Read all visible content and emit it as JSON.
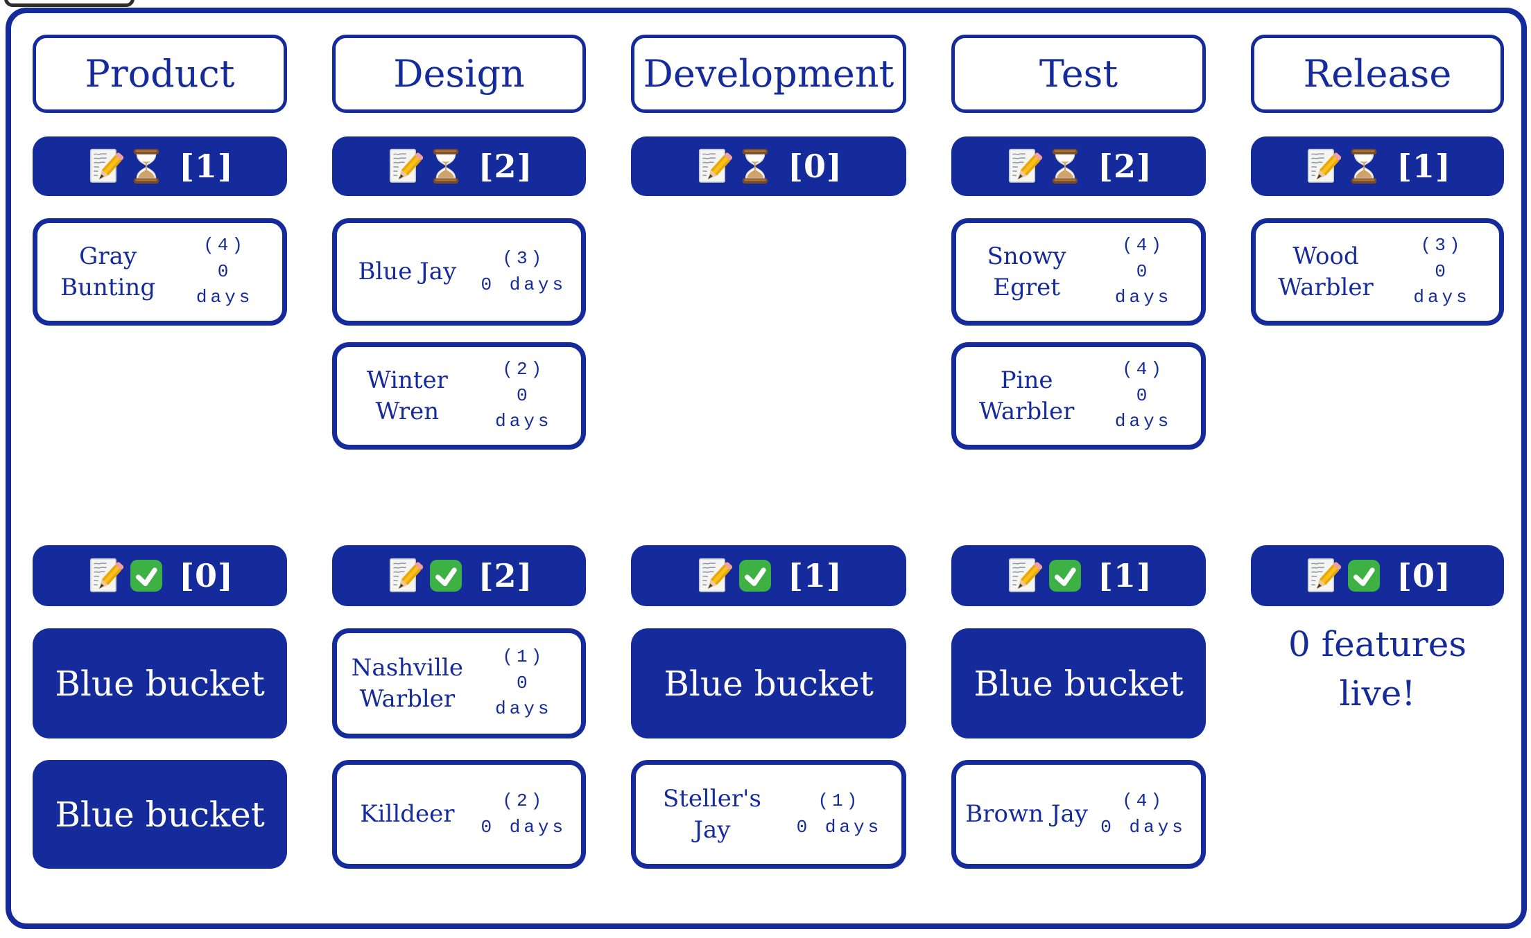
{
  "colors": {
    "navy": "#162b9b",
    "white": "#ffffff",
    "check_green": "#3eb144",
    "pencil_yellow": "#fcc21b",
    "eraser_pink": "#ee9f9f",
    "hourglass_brown": "#7b4a22",
    "sand_tan": "#cfa36c",
    "tab_border": "#2e2e2e"
  },
  "icons": {
    "wip_bar": [
      "memo-pencil-icon",
      "hourglass-icon"
    ],
    "done_bar": [
      "memo-pencil-icon",
      "check-icon"
    ]
  },
  "columns": [
    {
      "title": "Product",
      "wip_count": "[1]",
      "wip_cards": [
        {
          "name": "Gray\nBunting",
          "stat": "(4)\n0\ndays"
        }
      ],
      "done_count": "[0]",
      "done_cards": [
        {
          "name": "Blue bucket"
        },
        {
          "name": "Blue bucket"
        }
      ]
    },
    {
      "title": "Design",
      "wip_count": "[2]",
      "wip_cards": [
        {
          "name": "Blue Jay",
          "stat": "(3)\n0 days"
        },
        {
          "name": "Winter\nWren",
          "stat": "(2)\n0\ndays"
        }
      ],
      "done_count": "[2]",
      "done_cards": [
        {
          "name": "Nashville\nWarbler",
          "stat": "(1)\n0\ndays"
        },
        {
          "name": "Killdeer",
          "stat": "(2)\n0 days"
        }
      ]
    },
    {
      "title": "Development",
      "wip_count": "[0]",
      "wip_cards": [],
      "done_count": "[1]",
      "done_cards": [
        {
          "name": "Blue bucket"
        },
        {
          "name": "Steller's Jay",
          "stat": "(1)\n0 days"
        }
      ]
    },
    {
      "title": "Test",
      "wip_count": "[2]",
      "wip_cards": [
        {
          "name": "Snowy\nEgret",
          "stat": "(4)\n0\ndays"
        },
        {
          "name": "Pine\nWarbler",
          "stat": "(4)\n0\ndays"
        }
      ],
      "done_count": "[1]",
      "done_cards": [
        {
          "name": "Blue bucket"
        },
        {
          "name": "Brown Jay",
          "stat": "(4)\n0 days"
        }
      ]
    },
    {
      "title": "Release",
      "wip_count": "[1]",
      "wip_cards": [
        {
          "name": "Wood\nWarbler",
          "stat": "(3)\n0\ndays"
        }
      ],
      "done_count": "[0]",
      "done_cards": [],
      "done_note": "0 features live!"
    }
  ]
}
